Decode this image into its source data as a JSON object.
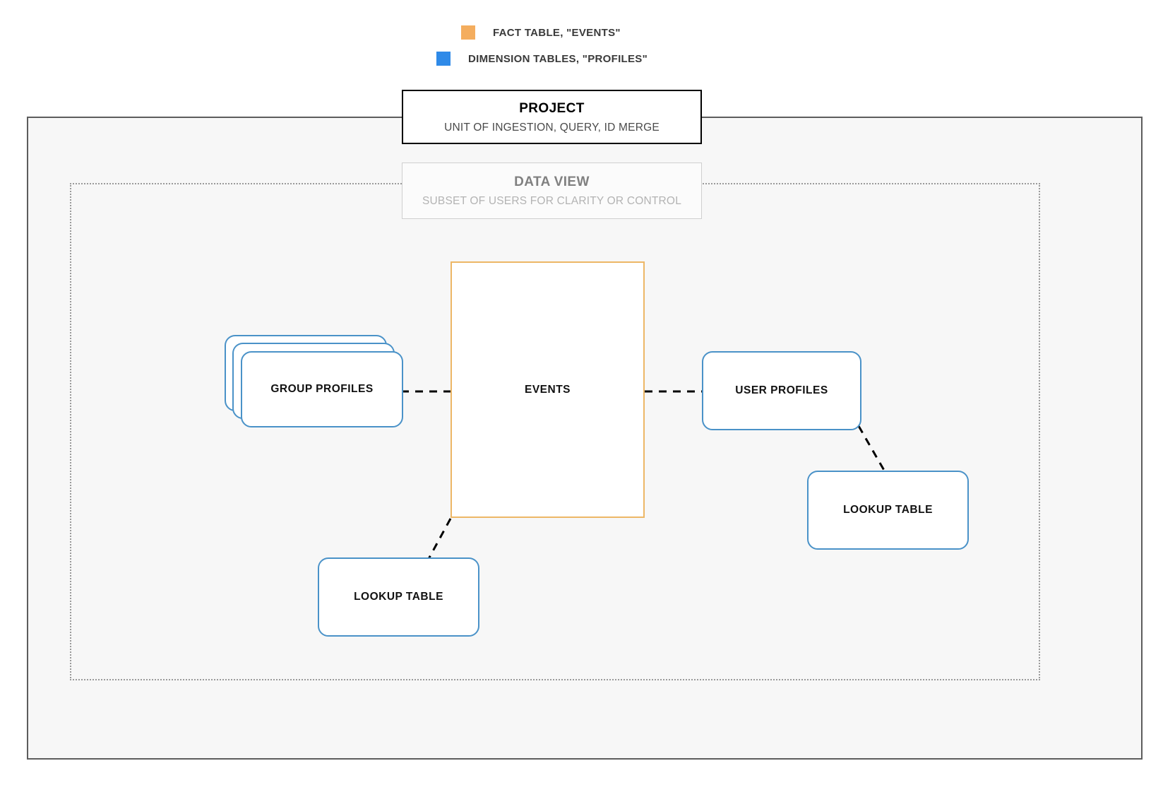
{
  "legend": {
    "items": [
      {
        "label": "FACT TABLE, \"EVENTS\"",
        "color": "#f4ad5e",
        "icon": "legend-swatch-orange"
      },
      {
        "label": "DIMENSION TABLES, \"PROFILES\"",
        "color": "#2f8ae8",
        "icon": "legend-swatch-blue"
      }
    ]
  },
  "project": {
    "title": "PROJECT",
    "subtitle": "UNIT OF INGESTION, QUERY, ID MERGE"
  },
  "data_view": {
    "title": "DATA VIEW",
    "subtitle": "SUBSET OF USERS FOR CLARITY OR CONTROL"
  },
  "nodes": {
    "fact": {
      "label": "EVENTS",
      "border_color": "#edb766"
    },
    "group_profiles": {
      "label": "GROUP PROFILES",
      "border_color": "#4a92c8",
      "stack_count": 3
    },
    "user_profiles": {
      "label": "USER PROFILES",
      "border_color": "#4a92c8"
    },
    "lookup_right": {
      "label": "LOOKUP TABLE",
      "border_color": "#4a92c8"
    },
    "lookup_left": {
      "label": "LOOKUP TABLE",
      "border_color": "#4a92c8"
    }
  },
  "connectors": {
    "style": "dashed",
    "color": "#000000",
    "edges": [
      {
        "from": "group_profiles",
        "to": "fact"
      },
      {
        "from": "fact",
        "to": "user_profiles"
      },
      {
        "from": "user_profiles",
        "to": "lookup_right"
      },
      {
        "from": "fact",
        "to": "lookup_left"
      }
    ]
  }
}
